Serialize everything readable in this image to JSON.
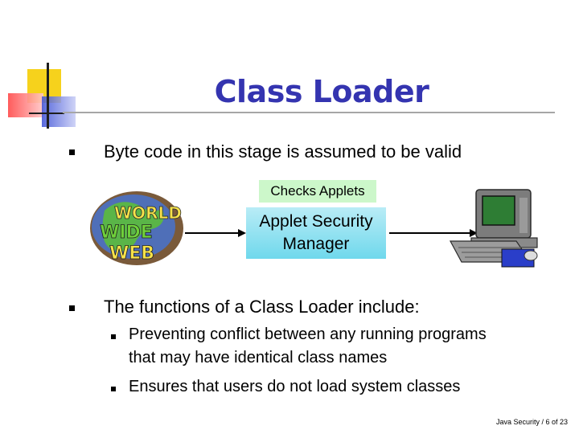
{
  "slide": {
    "title": "Class Loader",
    "bullets": [
      {
        "text": "Byte code in this stage is assumed to be valid"
      },
      {
        "text": "The functions of a Class Loader include:"
      }
    ],
    "sub_bullets": [
      {
        "lines": [
          "Preventing conflict between any running programs",
          "that may have identical class names"
        ]
      },
      {
        "lines": [
          "Ensures that users do not load system classes"
        ]
      }
    ]
  },
  "diagram": {
    "checks_label": "Checks Applets",
    "manager_lines": [
      "Applet Security",
      "Manager"
    ],
    "web_logo": [
      "WORLD",
      "WIDE",
      "WEB"
    ]
  },
  "footer": "Java Security / 6 of 23",
  "colors": {
    "title": "#3434b0",
    "checks_bg": "#ccf7ca",
    "manager_bg": "#6fd8ec"
  }
}
